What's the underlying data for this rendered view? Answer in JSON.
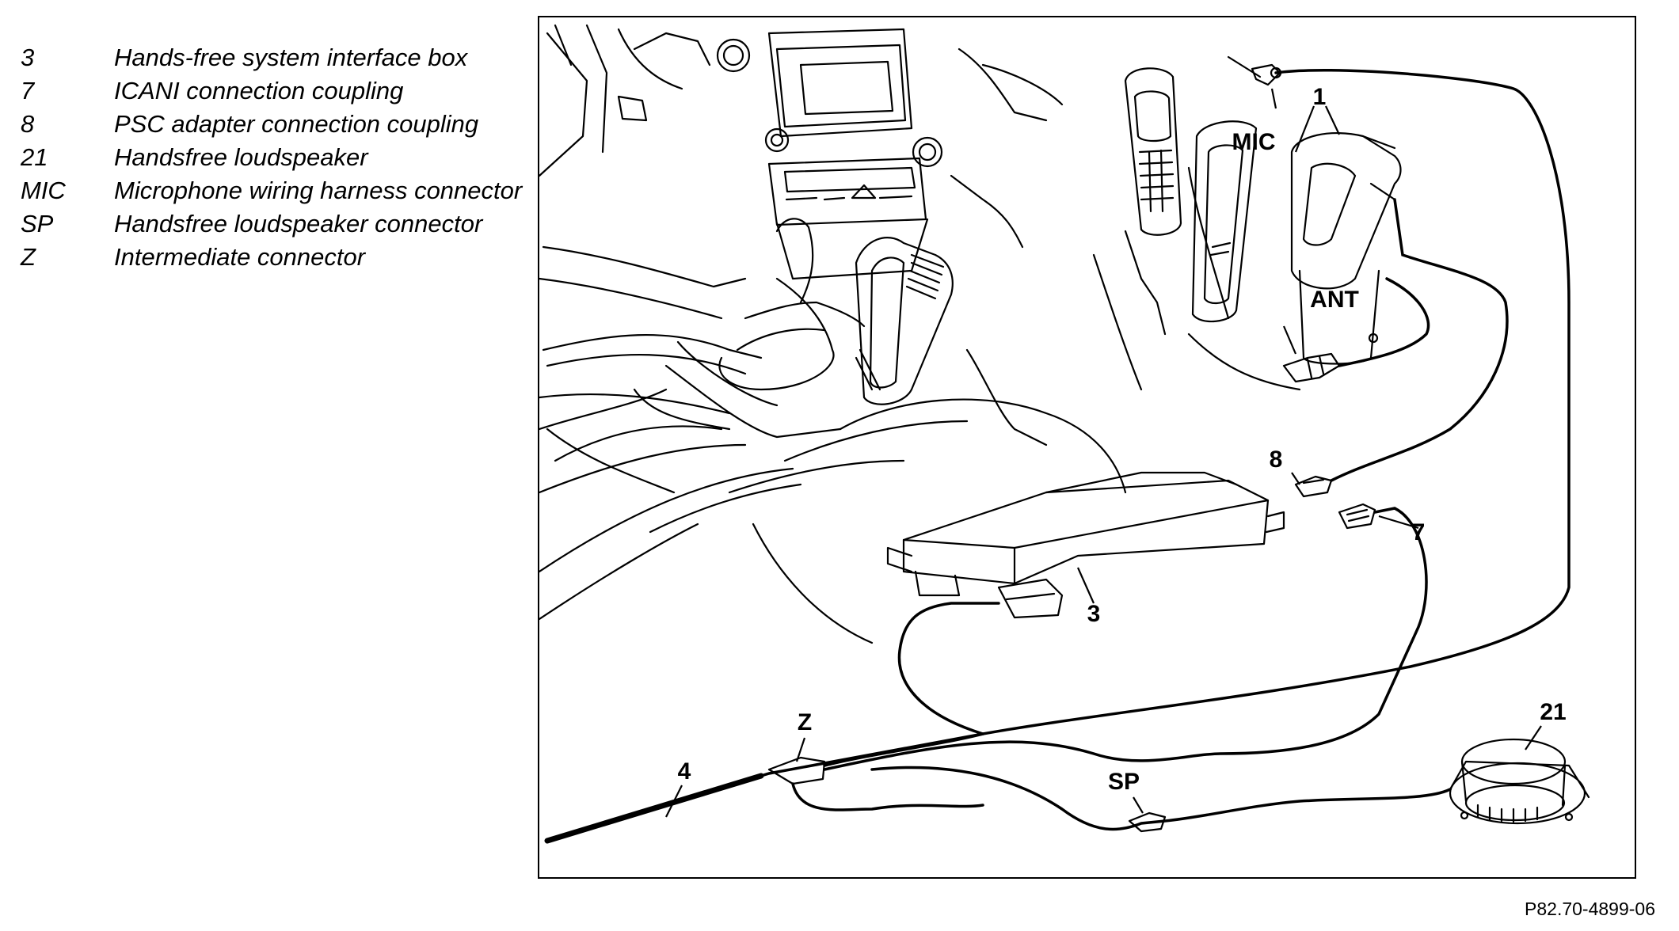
{
  "legend": [
    {
      "code": "3",
      "desc": "Hands-free system interface box"
    },
    {
      "code": "7",
      "desc": "ICANI connection coupling"
    },
    {
      "code": "8",
      "desc": "PSC adapter connection coupling"
    },
    {
      "code": "21",
      "desc": "Handsfree loudspeaker"
    },
    {
      "code": "MIC",
      "desc": "Microphone wiring harness connector"
    },
    {
      "code": "SP",
      "desc": "Handsfree loudspeaker connector"
    },
    {
      "code": "Z",
      "desc": "Intermediate connector"
    }
  ],
  "callouts": {
    "c1": "1",
    "c3": "3",
    "c4": "4",
    "c7": "7",
    "c8": "8",
    "c21": "21",
    "mic": "MIC",
    "ant": "ANT",
    "sp": "SP",
    "z": "Z"
  },
  "figure_id": "P82.70-4899-06"
}
